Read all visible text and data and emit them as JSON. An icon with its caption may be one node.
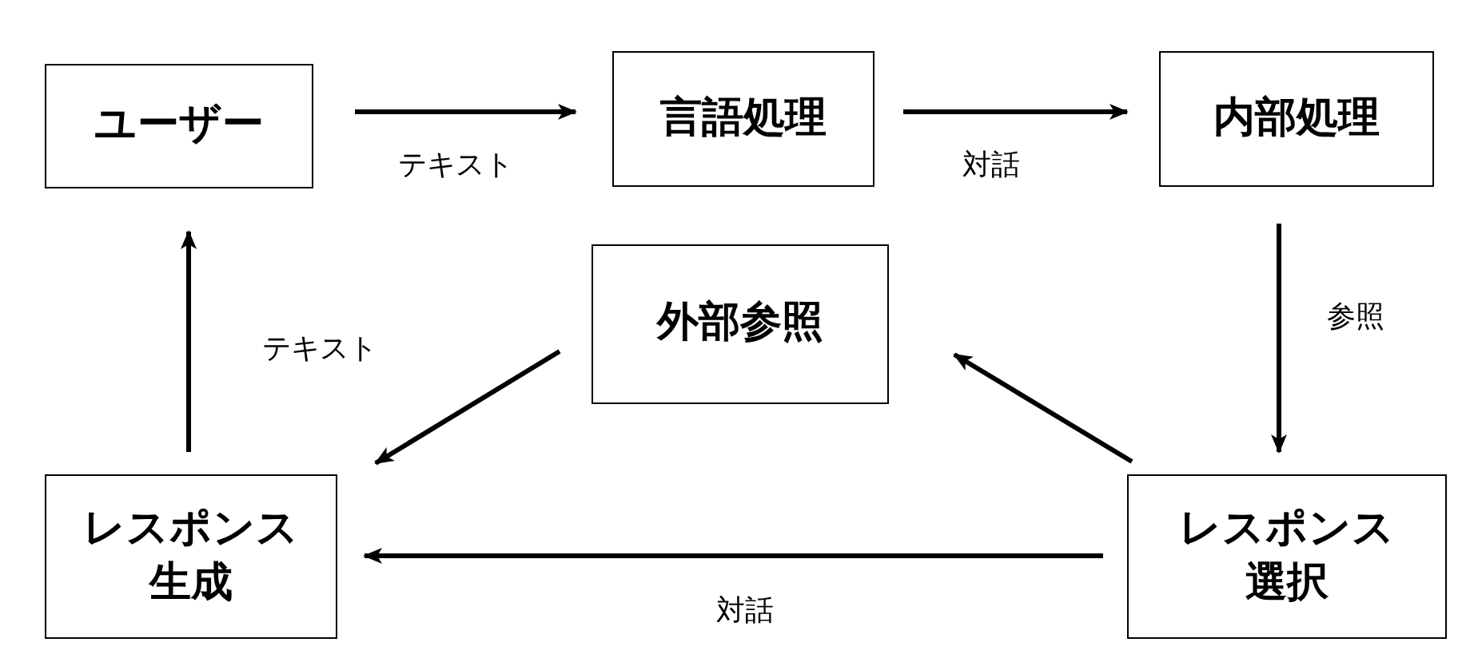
{
  "diagram": {
    "nodes": [
      {
        "text": [
          "ユーザー"
        ]
      },
      {
        "text": [
          "言語処理"
        ]
      },
      {
        "text": [
          "内部処理"
        ]
      },
      {
        "text": [
          "外部参照"
        ]
      },
      {
        "text": [
          "レスポンス生成"
        ]
      },
      {
        "text": [
          "レスポンス選択"
        ]
      }
    ],
    "edges": [
      {
        "from": 0,
        "to": 1,
        "arrow": "to",
        "label": "テキスト"
      },
      {
        "from": 1,
        "to": 2,
        "arrow": "to",
        "label": "対話"
      },
      {
        "from": 2,
        "to": 5,
        "arrow": "to",
        "label": "参照"
      },
      {
        "from": 5,
        "to": 3,
        "arrow": "to"
      },
      {
        "from": 3,
        "to": 4,
        "arrow": "to"
      },
      {
        "from": 4,
        "to": 0,
        "arrow": "to",
        "label": "テキスト"
      },
      {
        "from": 5,
        "to": 4,
        "arrow": "to",
        "label": "対話"
      }
    ]
  }
}
